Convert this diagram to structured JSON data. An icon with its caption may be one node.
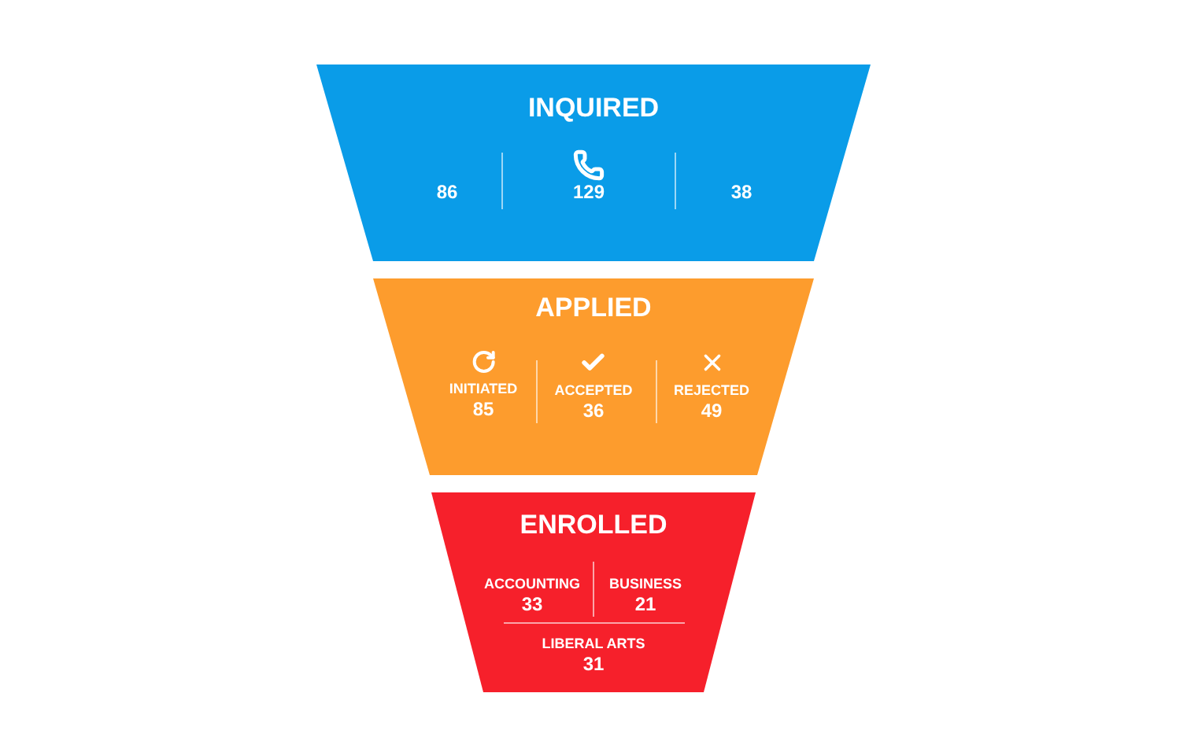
{
  "diagram": {
    "nodes": [
      {
        "text": [
          "INQUIRED",
          "86",
          "129",
          "38"
        ]
      },
      {
        "text": [
          "APPLIED",
          "INITIATED",
          "85",
          "ACCEPTED",
          "36",
          "REJECTED",
          "49"
        ]
      },
      {
        "text": [
          "ENROLLED",
          "ACCOUNTING",
          "33",
          "BUSINESS",
          "21",
          "LIBERAL ARTS",
          "31"
        ]
      }
    ],
    "edges": []
  }
}
